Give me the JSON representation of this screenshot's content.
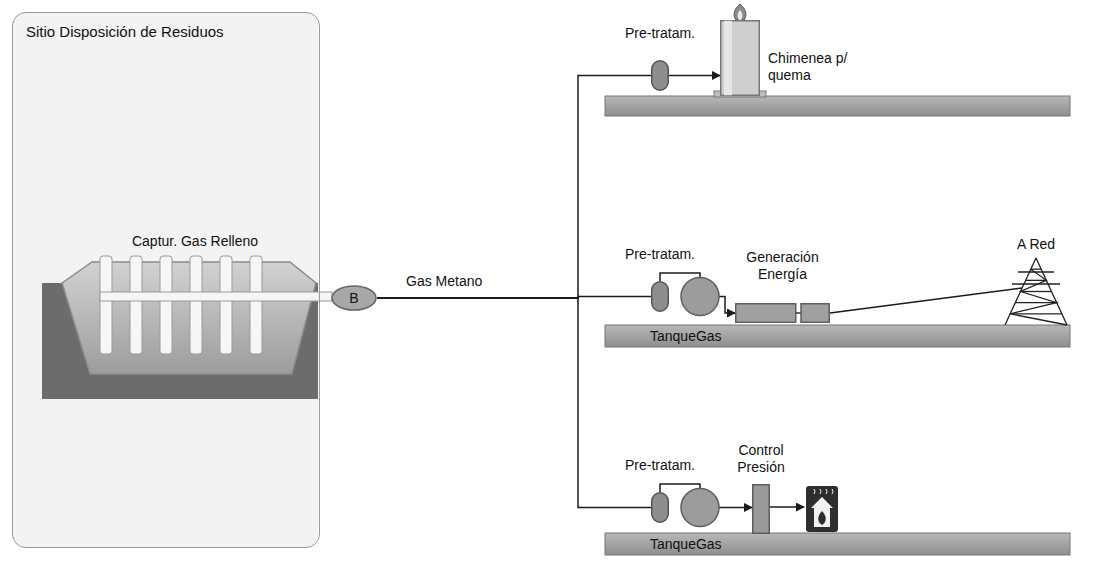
{
  "diagram": {
    "nodes": [
      {
        "text": [
          "Sitio Disposición de Residuos"
        ]
      },
      {
        "text": [
          "B"
        ],
        "in": 0
      },
      {
        "text": [
          "Pre-tratam."
        ]
      },
      {
        "text": [
          "Chimenea p/ quema"
        ]
      },
      {
        "text": [
          "Pre-tratam."
        ]
      },
      {
        "text": [
          "Generación Energía"
        ]
      },
      {
        "text": [
          "A Red"
        ]
      },
      {
        "text": [
          "Pre-tratam."
        ]
      },
      {
        "text": [
          "Control Presión"
        ]
      }
    ],
    "edges": [
      {
        "from": 1,
        "to": 2,
        "arrow": "none"
      },
      {
        "from": 2,
        "to": 3,
        "arrow": "to"
      },
      {
        "from": 1,
        "to": 4,
        "arrow": "none"
      },
      {
        "from": 4,
        "to": 5,
        "arrow": "to"
      },
      {
        "from": 5,
        "to": 6,
        "arrow": "none"
      },
      {
        "from": 1,
        "to": 7,
        "arrow": "none"
      },
      {
        "from": 7,
        "to": 8,
        "arrow": "to"
      }
    ],
    "labels": [
      "Captur. Gas Relleno",
      "Gas Metano",
      "TanqueGas",
      "TanqueGas"
    ]
  }
}
